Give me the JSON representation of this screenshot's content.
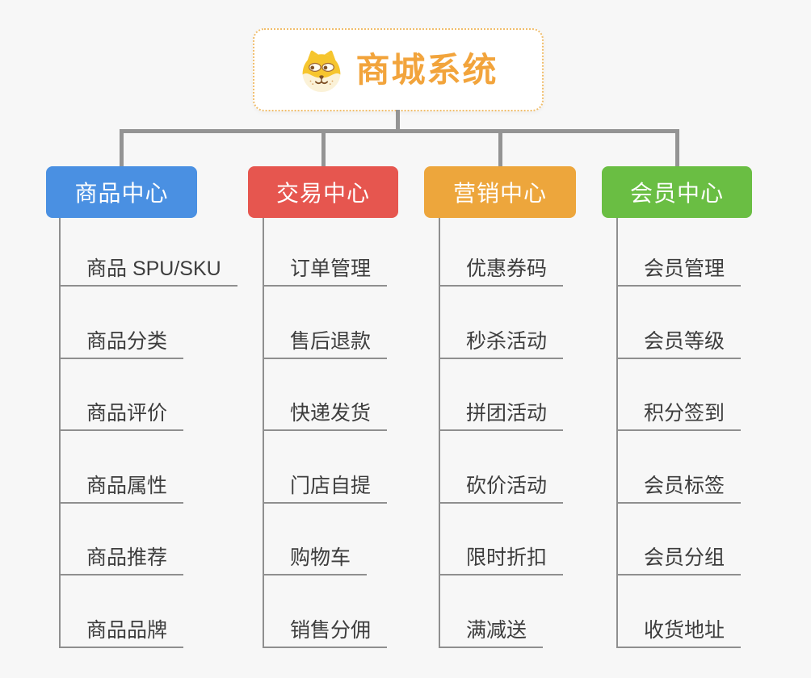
{
  "colors": {
    "background": "#F7F7F7",
    "connector": "#949494",
    "branch_line": "#8F8F8F",
    "leaf_text": "#3D3D3D",
    "root_border": "#F0BD6B",
    "root_title": "#F2A43C"
  },
  "root": {
    "title": "商城系统",
    "icon": "dog-face-icon"
  },
  "branches": [
    {
      "label": "商品中心",
      "color": "#4A90E2",
      "items": [
        "商品 SPU/SKU",
        "商品分类",
        "商品评价",
        "商品属性",
        "商品推荐",
        "商品品牌"
      ]
    },
    {
      "label": "交易中心",
      "color": "#E6564F",
      "items": [
        "订单管理",
        "售后退款",
        "快递发货",
        "门店自提",
        "购物车",
        "销售分佣"
      ]
    },
    {
      "label": "营销中心",
      "color": "#EDA63C",
      "items": [
        "优惠券码",
        "秒杀活动",
        "拼团活动",
        "砍价活动",
        "限时折扣",
        "满减送"
      ]
    },
    {
      "label": "会员中心",
      "color": "#6ABE43",
      "items": [
        "会员管理",
        "会员等级",
        "积分签到",
        "会员标签",
        "会员分组",
        "收货地址"
      ]
    }
  ]
}
